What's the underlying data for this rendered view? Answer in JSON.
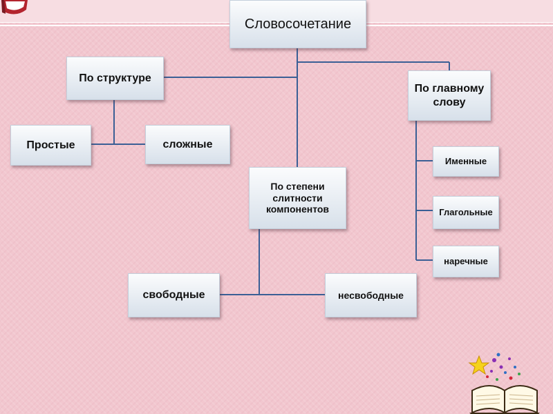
{
  "diagram": {
    "root": "Словосочетание",
    "structure": {
      "label": "По структуре",
      "children": [
        "Простые",
        "сложные"
      ]
    },
    "fusion": {
      "label": "По степени слитности компонентов",
      "children": [
        "свободные",
        "несвободные"
      ]
    },
    "main_word": {
      "label": "По главному слову",
      "children": [
        "Именные",
        "Глагольные",
        "наречные"
      ]
    }
  },
  "colors": {
    "background": "#f2c7cf",
    "connector": "#3a5f95",
    "box_top": "#fbfcfd",
    "box_bottom": "#d7e0ea"
  },
  "icons": [
    "open-book-stars-icon",
    "red-book-corner-icon"
  ]
}
